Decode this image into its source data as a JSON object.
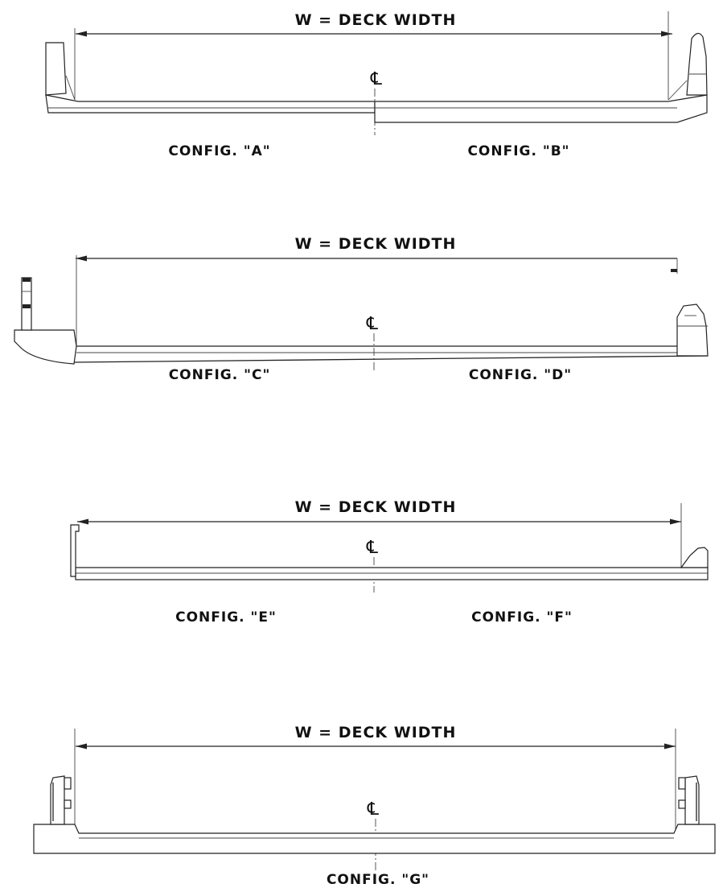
{
  "panels": [
    {
      "dimension_label": "W = DECK WIDTH",
      "centerline_symbol": "℄",
      "left_config": "CONFIG. \"A\"",
      "right_config": "CONFIG. \"B\""
    },
    {
      "dimension_label": "W = DECK WIDTH",
      "centerline_symbol": "℄",
      "left_config": "CONFIG. \"C\"",
      "right_config": "CONFIG. \"D\""
    },
    {
      "dimension_label": "W = DECK WIDTH",
      "centerline_symbol": "℄",
      "left_config": "CONFIG. \"E\"",
      "right_config": "CONFIG. \"F\""
    },
    {
      "dimension_label": "W = DECK WIDTH",
      "centerline_symbol": "℄",
      "center_config": "CONFIG. \"G\""
    }
  ],
  "colors": {
    "line": "#222222",
    "background": "#ffffff"
  }
}
